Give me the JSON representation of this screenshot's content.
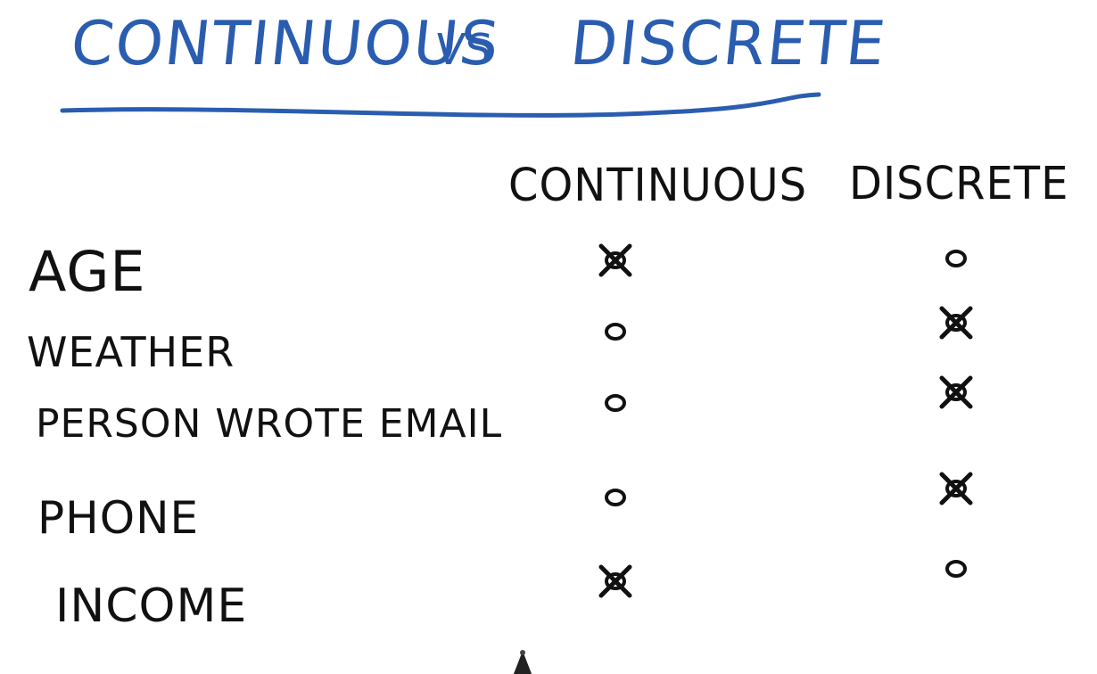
{
  "title": {
    "left": "CONTINUOUS",
    "vs": "VS",
    "right": "DISCRETE",
    "color": "#2a5db0"
  },
  "columns": [
    "CONTINUOUS",
    "DISCRETE"
  ],
  "rows": [
    {
      "label": "AGE",
      "continuous": "selected",
      "discrete": "empty"
    },
    {
      "label": "WEATHER",
      "continuous": "empty",
      "discrete": "selected"
    },
    {
      "label": "PERSON WROTE EMAIL",
      "continuous": "empty",
      "discrete": "selected"
    },
    {
      "label": "PHONE",
      "continuous": "empty",
      "discrete": "selected"
    },
    {
      "label": "INCOME",
      "continuous": "selected",
      "discrete": "empty"
    }
  ],
  "ink_color": "#111111",
  "icons": {
    "selected": "crossed-circle-icon",
    "empty": "circle-icon",
    "pen": "pen-tip-icon"
  }
}
